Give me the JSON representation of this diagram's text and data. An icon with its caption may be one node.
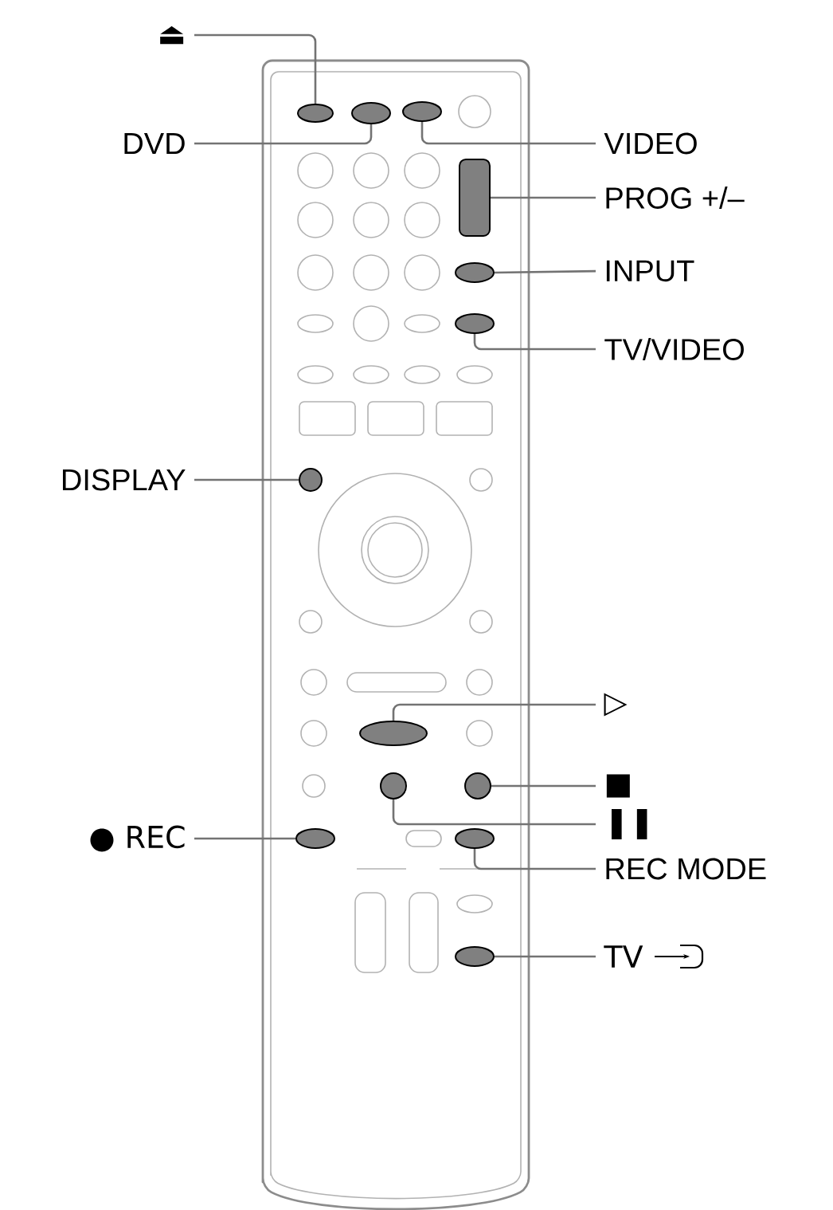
{
  "diagram": {
    "nodes": [
      {
        "text": [
          "⏏"
        ]
      },
      {
        "text": [
          "DVD"
        ]
      },
      {
        "text": [
          "VIDEO"
        ]
      },
      {
        "text": [
          "PROG +/–"
        ]
      },
      {
        "text": [
          "INPUT"
        ]
      },
      {
        "text": [
          "TV/VIDEO"
        ]
      },
      {
        "text": [
          "DISPLAY"
        ]
      },
      {
        "text": [
          "▷"
        ]
      },
      {
        "text": [
          "■"
        ]
      },
      {
        "text": [
          "❚❚"
        ]
      },
      {
        "text": [
          "● REC"
        ]
      },
      {
        "text": [
          "REC MODE"
        ]
      },
      {
        "text": [
          "TV"
        ]
      },
      {
        "text": [],
        "shape": "ellipse"
      },
      {
        "text": [],
        "shape": "ellipse"
      },
      {
        "text": [],
        "shape": "ellipse"
      },
      {
        "text": [],
        "shape": "bar"
      },
      {
        "text": [],
        "shape": "ellipse"
      },
      {
        "text": [],
        "shape": "ellipse"
      },
      {
        "text": [],
        "shape": "circle"
      },
      {
        "text": [],
        "shape": "ellipse"
      },
      {
        "text": [],
        "shape": "circle"
      },
      {
        "text": [],
        "shape": "circle"
      },
      {
        "text": [],
        "shape": "ellipse"
      },
      {
        "text": [],
        "shape": "ellipse"
      },
      {
        "text": [],
        "shape": "ellipse"
      }
    ],
    "edges": [
      {
        "from": 0,
        "to": 13,
        "arrow": "none"
      },
      {
        "from": 1,
        "to": 14,
        "arrow": "none"
      },
      {
        "from": 2,
        "to": 15,
        "arrow": "none"
      },
      {
        "from": 3,
        "to": 16,
        "arrow": "none"
      },
      {
        "from": 4,
        "to": 17,
        "arrow": "none"
      },
      {
        "from": 5,
        "to": 18,
        "arrow": "none"
      },
      {
        "from": 6,
        "to": 19,
        "arrow": "none"
      },
      {
        "from": 7,
        "to": 20,
        "arrow": "none"
      },
      {
        "from": 8,
        "to": 21,
        "arrow": "none"
      },
      {
        "from": 9,
        "to": 22,
        "arrow": "none"
      },
      {
        "from": 10,
        "to": 23,
        "arrow": "none"
      },
      {
        "from": 11,
        "to": 24,
        "arrow": "none"
      },
      {
        "from": 12,
        "to": 25,
        "arrow": "none"
      }
    ]
  }
}
